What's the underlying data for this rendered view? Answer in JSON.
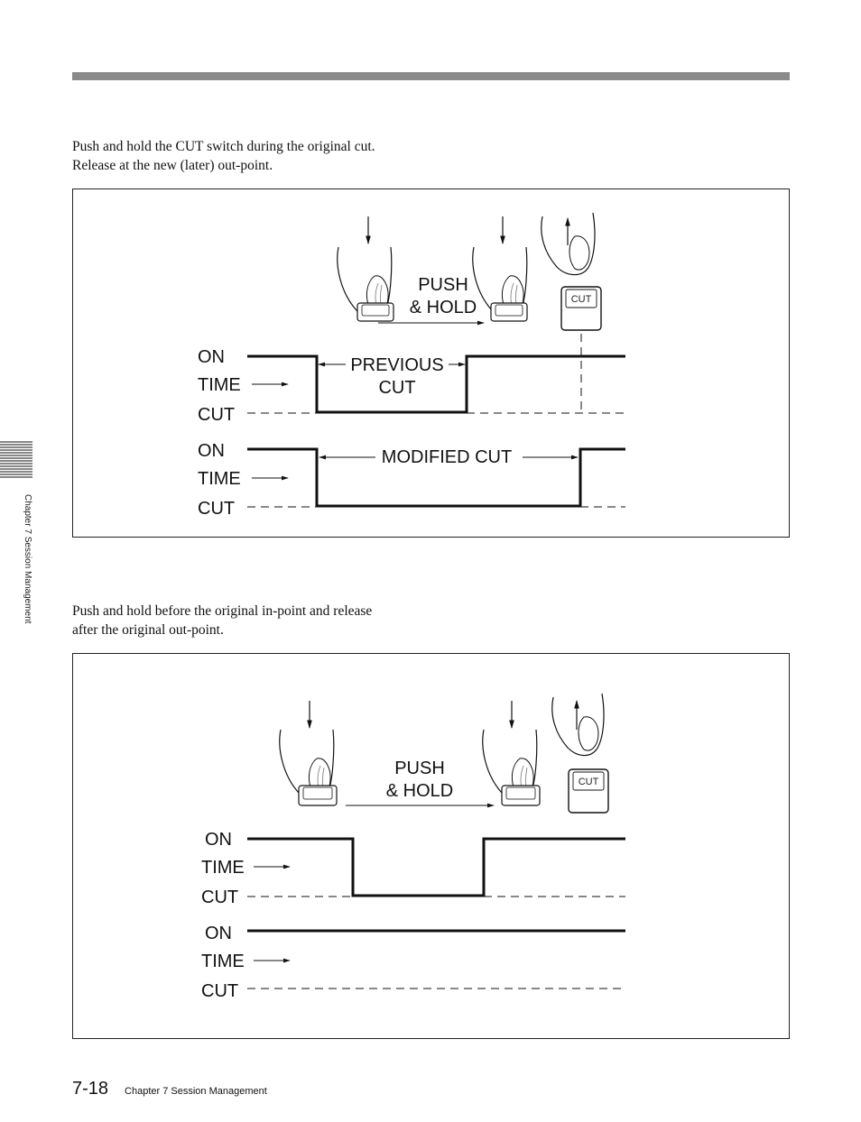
{
  "page": {
    "side_tab_text": "Chapter 7  Session Management",
    "page_number": "7-18",
    "footer_chapter": "Chapter 7    Session Management"
  },
  "section1": {
    "paragraph": [
      "Push and hold the CUT switch during the original cut.",
      "Release at the new (later) out-point."
    ],
    "figure": {
      "key_label": "CUT",
      "push_hold": [
        "PUSH",
        "& HOLD"
      ],
      "row_labels": [
        "ON",
        "TIME",
        "CUT"
      ],
      "previous_cut": [
        "PREVIOUS",
        "CUT"
      ],
      "modified_cut": "MODIFIED CUT"
    }
  },
  "section2": {
    "paragraph": [
      "Push and hold before the original in-point and release",
      "after the original out-point."
    ],
    "figure": {
      "key_label": "CUT",
      "push_hold": [
        "PUSH",
        "& HOLD"
      ],
      "row_labels": [
        "ON",
        "TIME",
        "CUT"
      ]
    }
  }
}
